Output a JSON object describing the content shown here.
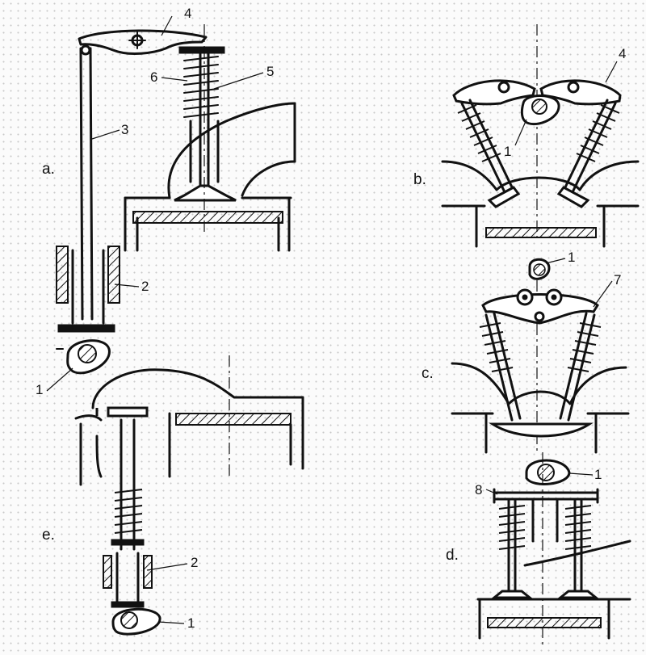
{
  "panels": {
    "a": {
      "letter": "a.",
      "labels": {
        "p1": "1",
        "p2": "2",
        "p3": "3",
        "p4": "4",
        "p5": "5",
        "p6": "6"
      }
    },
    "b": {
      "letter": "b.",
      "labels": {
        "p1": "1",
        "p4": "4"
      }
    },
    "c": {
      "letter": "c.",
      "labels": {
        "p1": "1",
        "p7": "7"
      }
    },
    "d": {
      "letter": "d.",
      "labels": {
        "p1": "1",
        "p8": "8"
      }
    },
    "e": {
      "letter": "e.",
      "labels": {
        "p1": "1",
        "p2": "2"
      }
    }
  }
}
